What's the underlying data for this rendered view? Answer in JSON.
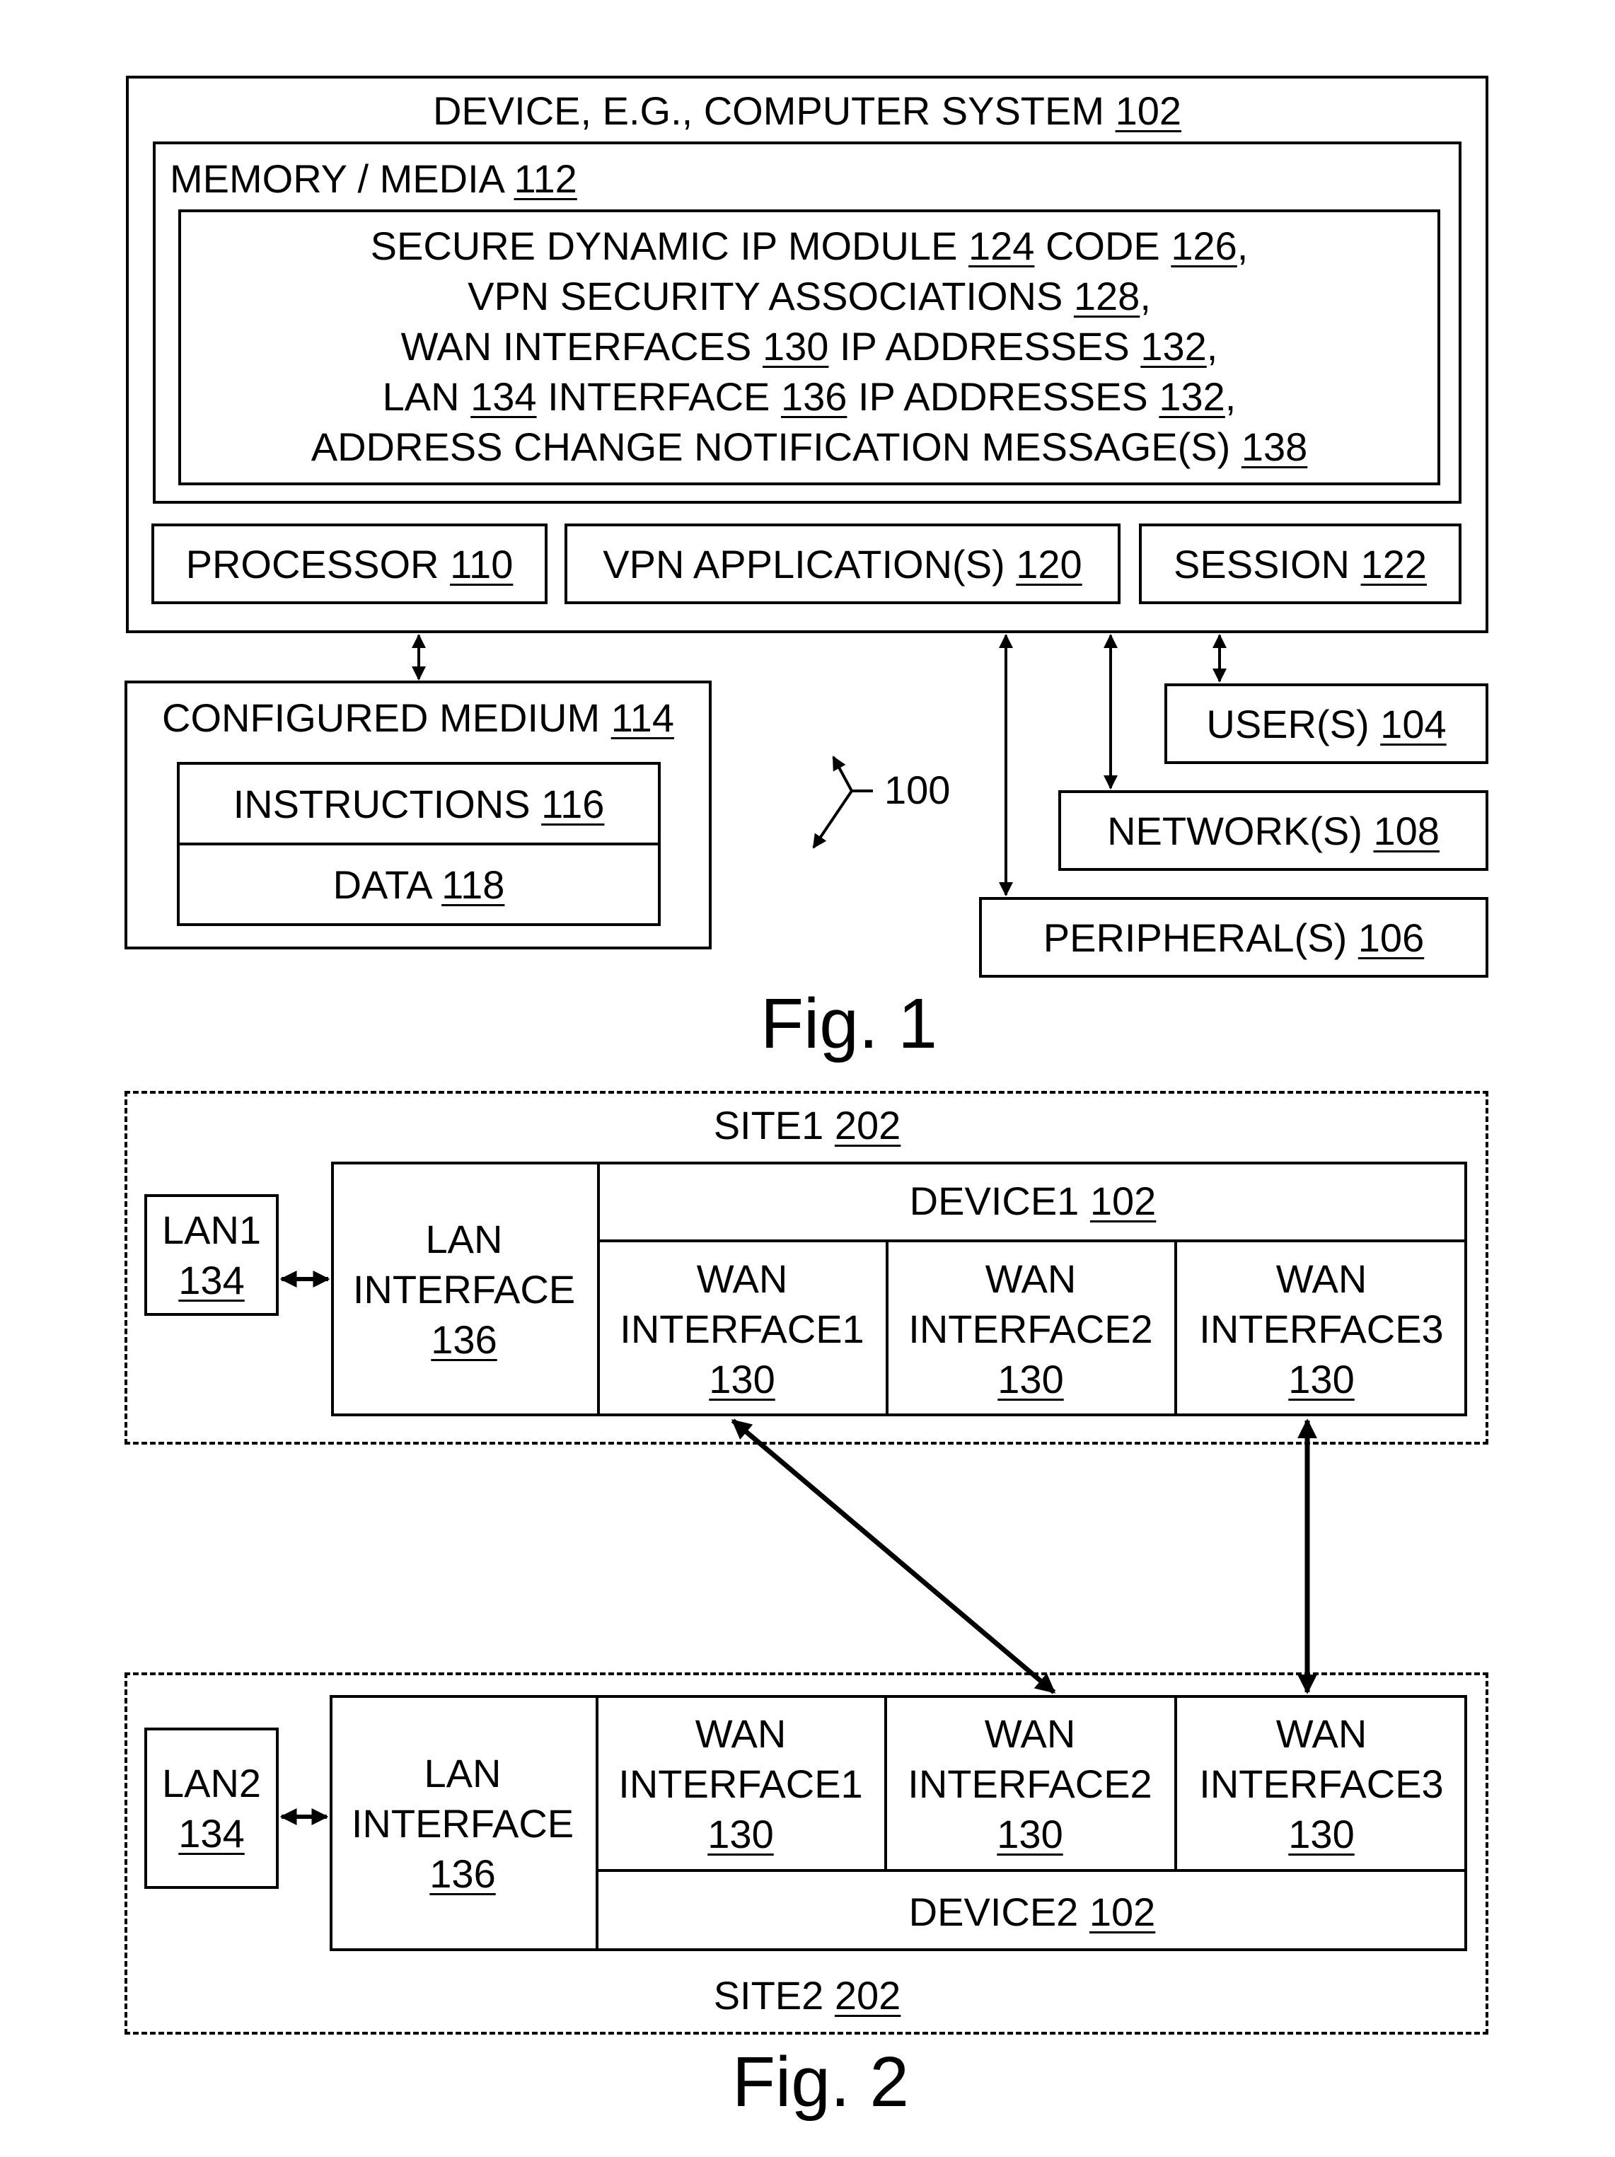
{
  "fig1": {
    "label": "Fig. 1",
    "device": {
      "text": "DEVICE, E.G., COMPUTER SYSTEM",
      "ref": "102"
    },
    "memory": {
      "text": "MEMORY / MEDIA",
      "ref": "112"
    },
    "module": {
      "l1a": "SECURE DYNAMIC IP MODULE",
      "l1r1": "124",
      "l1b": "CODE",
      "l1r2": "126",
      "l1c": ",",
      "l2a": "VPN SECURITY ASSOCIATIONS",
      "l2r": "128",
      "l2c": ",",
      "l3a": "WAN INTERFACES",
      "l3r1": "130",
      "l3b": "IP ADDRESSES",
      "l3r2": "132",
      "l3c": ",",
      "l4a": "LAN",
      "l4r1": "134",
      "l4b": "INTERFACE",
      "l4r2": "136",
      "l4c": "IP ADDRESSES",
      "l4r3": "132",
      "l4d": ",",
      "l5a": "ADDRESS CHANGE NOTIFICATION MESSAGE(S)",
      "l5r": "138"
    },
    "processor": {
      "text": "PROCESSOR",
      "ref": "110"
    },
    "vpn_apps": {
      "text": "VPN APPLICATION(S)",
      "ref": "120"
    },
    "session": {
      "text": "SESSION",
      "ref": "122"
    },
    "configured_medium": {
      "text": "CONFIGURED MEDIUM",
      "ref": "114"
    },
    "instructions": {
      "text": "INSTRUCTIONS",
      "ref": "116"
    },
    "data": {
      "text": "DATA",
      "ref": "118"
    },
    "users": {
      "text": "USER(S)",
      "ref": "104"
    },
    "networks": {
      "text": "NETWORK(S)",
      "ref": "108"
    },
    "peripherals": {
      "text": "PERIPHERAL(S)",
      "ref": "106"
    },
    "system_ref": "100"
  },
  "fig2": {
    "label": "Fig. 2",
    "site1": {
      "text": "SITE1",
      "ref": "202"
    },
    "site2": {
      "text": "SITE2",
      "ref": "202"
    },
    "lan1": {
      "text": "LAN1",
      "ref": "134"
    },
    "lan2": {
      "text": "LAN2",
      "ref": "134"
    },
    "lan_interface": {
      "l1": "LAN",
      "l2": "INTERFACE",
      "ref": "136"
    },
    "device1": {
      "text": "DEVICE1",
      "ref": "102"
    },
    "device2": {
      "text": "DEVICE2",
      "ref": "102"
    },
    "wan": {
      "l1": "WAN",
      "if1": "INTERFACE1",
      "if2": "INTERFACE2",
      "if3": "INTERFACE3",
      "ref": "130"
    }
  }
}
